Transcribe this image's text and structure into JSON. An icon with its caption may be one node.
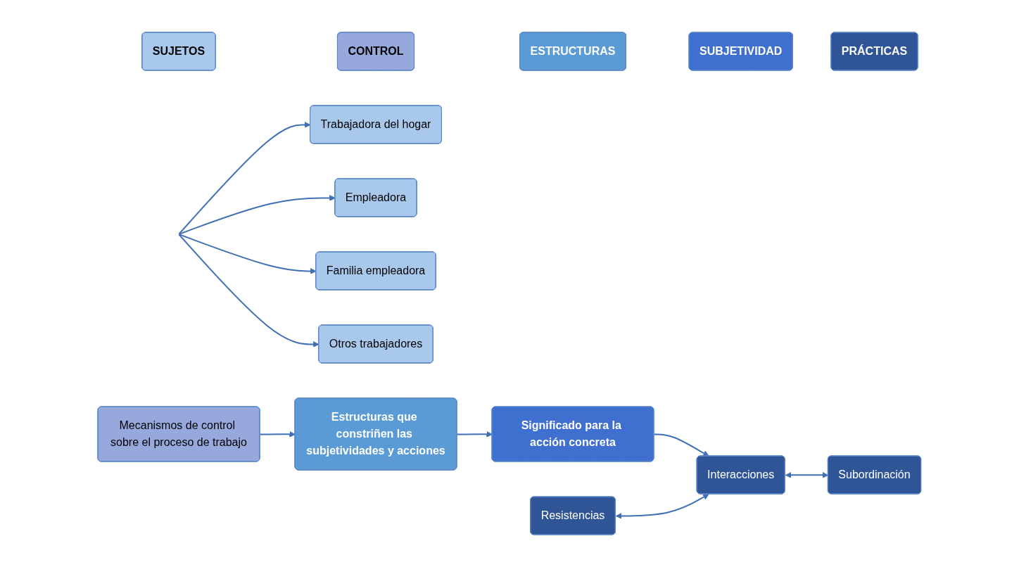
{
  "diagram": {
    "nodes": [
      {
        "text": [
          "SUJETOS"
        ]
      },
      {
        "text": [
          "CONTROL"
        ]
      },
      {
        "text": [
          "ESTRUCTURAS"
        ]
      },
      {
        "text": [
          "SUBJETIVIDAD"
        ]
      },
      {
        "text": [
          "PRÁCTICAS"
        ]
      },
      {
        "text": [
          "Trabajadora del hogar"
        ]
      },
      {
        "text": [
          "Empleadora"
        ]
      },
      {
        "text": [
          "Familia empleadora"
        ]
      },
      {
        "text": [
          "Otros trabajadores"
        ]
      },
      {
        "text": [
          "Mecanismos de control sobre el proceso de trabajo"
        ]
      },
      {
        "text": [
          "Estructuras que constriñen las subjetividades y acciones"
        ]
      },
      {
        "text": [
          "Significado para la acción concreta"
        ]
      },
      {
        "text": [
          "Resistencias"
        ]
      },
      {
        "text": [
          "Interacciones"
        ]
      },
      {
        "text": [
          "Subordinación"
        ]
      }
    ],
    "edges": [
      {
        "from": null,
        "to": 5,
        "arrow": "to"
      },
      {
        "from": null,
        "to": 6,
        "arrow": "to"
      },
      {
        "from": null,
        "to": 7,
        "arrow": "to"
      },
      {
        "from": null,
        "to": 8,
        "arrow": "to"
      },
      {
        "from": 9,
        "to": 10,
        "arrow": "to"
      },
      {
        "from": 10,
        "to": 11,
        "arrow": "to"
      },
      {
        "from": 11,
        "to": 13,
        "arrow": "to"
      },
      {
        "from": 12,
        "to": 13,
        "arrow": "both"
      },
      {
        "from": 13,
        "to": 14,
        "arrow": "both"
      }
    ]
  }
}
